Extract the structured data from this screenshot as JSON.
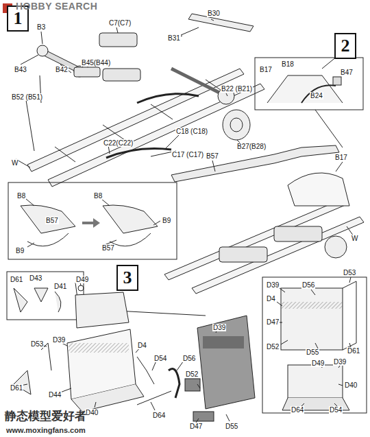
{
  "diagram": {
    "nodes": [
      {
        "text": [
          "1"
        ]
      },
      {
        "text": [
          "2"
        ]
      },
      {
        "text": [
          "3"
        ]
      }
    ],
    "labels": [
      "HOBBY SEARCH",
      "B3",
      "B43",
      "B42",
      "C7(C7)",
      "B45(B44)",
      "B52 (B51)",
      "W",
      "C22(C22)",
      "C18 (C18)",
      "C17 (C17)",
      "B30",
      "B31",
      "B22 (B21)",
      "B27(B28)",
      "B17",
      "B18",
      "B47",
      "B24",
      "B57",
      "B17",
      "W",
      "B8",
      "B57",
      "B8",
      "B9",
      "B9",
      "B57",
      "D61",
      "D43",
      "D41",
      "D49",
      "D53",
      "D39",
      "D4",
      "D54",
      "D56",
      "D61",
      "D44",
      "D40",
      "D64",
      "D52",
      "D39",
      "D47",
      "D55",
      "D53",
      "D39",
      "D56",
      "D4",
      "D47",
      "D52",
      "D55",
      "D61",
      "D49",
      "D39",
      "D40",
      "D64",
      "D54",
      "静态模型爱好者",
      "www.moxingfans.com"
    ]
  }
}
